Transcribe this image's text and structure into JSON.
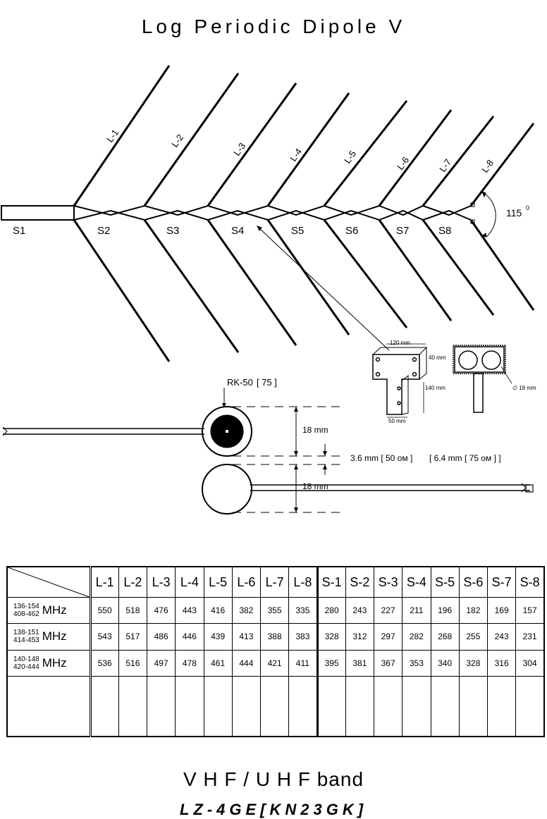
{
  "title": "Log Periodic Dipole V",
  "element_labels": [
    "L-1",
    "L-2",
    "L-3",
    "L-4",
    "L-5",
    "L-6",
    "L-7",
    "L-8"
  ],
  "spacing_labels": [
    "S1",
    "S2",
    "S3",
    "S4",
    "S5",
    "S6",
    "S7",
    "S8"
  ],
  "angle_label": "115",
  "angle_unit": "0",
  "bracket": {
    "top_dim": "120 mm",
    "right_dim": "40 mm",
    "stem_dim": "140 mm",
    "bottom_dim": "50 mm",
    "hole_dim": "∅ 18 mm"
  },
  "feed": {
    "cable_label": "RK-50",
    "cable_label_alt": "[ 75 ]",
    "tube_dim_top": "18 mm",
    "gap_dim": "3.6 mm [ 50 ом ]",
    "gap_dim_alt": "[ 6.4 mm [ 75 ом ] ]",
    "tube_dim_bottom": "18 mm"
  },
  "table": {
    "headers": [
      "L-1",
      "L-2",
      "L-3",
      "L-4",
      "L-5",
      "L-6",
      "L-7",
      "L-8",
      "S-1",
      "S-2",
      "S-3",
      "S-4",
      "S-5",
      "S-6",
      "S-7",
      "S-8"
    ],
    "rows": [
      {
        "freq_1": "136-154",
        "freq_2": "408-462",
        "unit": "MHz",
        "values": [
          "550",
          "518",
          "476",
          "443",
          "416",
          "382",
          "355",
          "335",
          "280",
          "243",
          "227",
          "211",
          "196",
          "182",
          "169",
          "157"
        ]
      },
      {
        "freq_1": "138-151",
        "freq_2": "414-453",
        "unit": "MHz",
        "values": [
          "543",
          "517",
          "486",
          "446",
          "439",
          "413",
          "388",
          "383",
          "328",
          "312",
          "297",
          "282",
          "268",
          "255",
          "243",
          "231"
        ]
      },
      {
        "freq_1": "140-148",
        "freq_2": "420-444",
        "unit": "MHz",
        "values": [
          "536",
          "516",
          "497",
          "478",
          "461",
          "444",
          "421",
          "411",
          "395",
          "381",
          "367",
          "353",
          "340",
          "328",
          "316",
          "304"
        ]
      }
    ]
  },
  "band": "V H F / U H F band",
  "model": "LZ-4GE[KN23GK]"
}
